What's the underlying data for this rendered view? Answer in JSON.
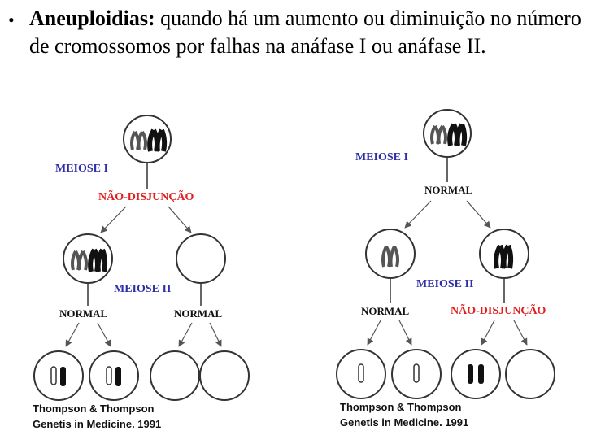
{
  "bullet": {
    "term": "Aneuploidias:",
    "text": " quando há um aumento ou diminuição no número de cromossomos por falhas na anáfase I ou anáfase II."
  },
  "left_diagram": {
    "meiose1_label": "MEIOSE I",
    "nondisjunction_label": "NÃO-DISJUNÇÃO",
    "meiose2_label": "MEIOSE II",
    "normal_left": "NORMAL",
    "normal_right": "NORMAL",
    "citation_line1": "Thompson & Thompson",
    "citation_line2": "Genetis in Medicine. 1991"
  },
  "right_diagram": {
    "meiose1_label": "MEIOSE I",
    "normal_top": "NORMAL",
    "meiose2_label": "MEIOSE II",
    "normal_left": "NORMAL",
    "nondisjunction_label": "NÃO-DISJUNÇÃO",
    "citation_line1": "Thompson & Thompson",
    "citation_line2": "Genetis in Medicine. 1991"
  },
  "colors": {
    "label_blue": "#2f2fa8",
    "label_red": "#e02020",
    "cell_outline": "#333333",
    "chromosome_dark": "#111111"
  }
}
